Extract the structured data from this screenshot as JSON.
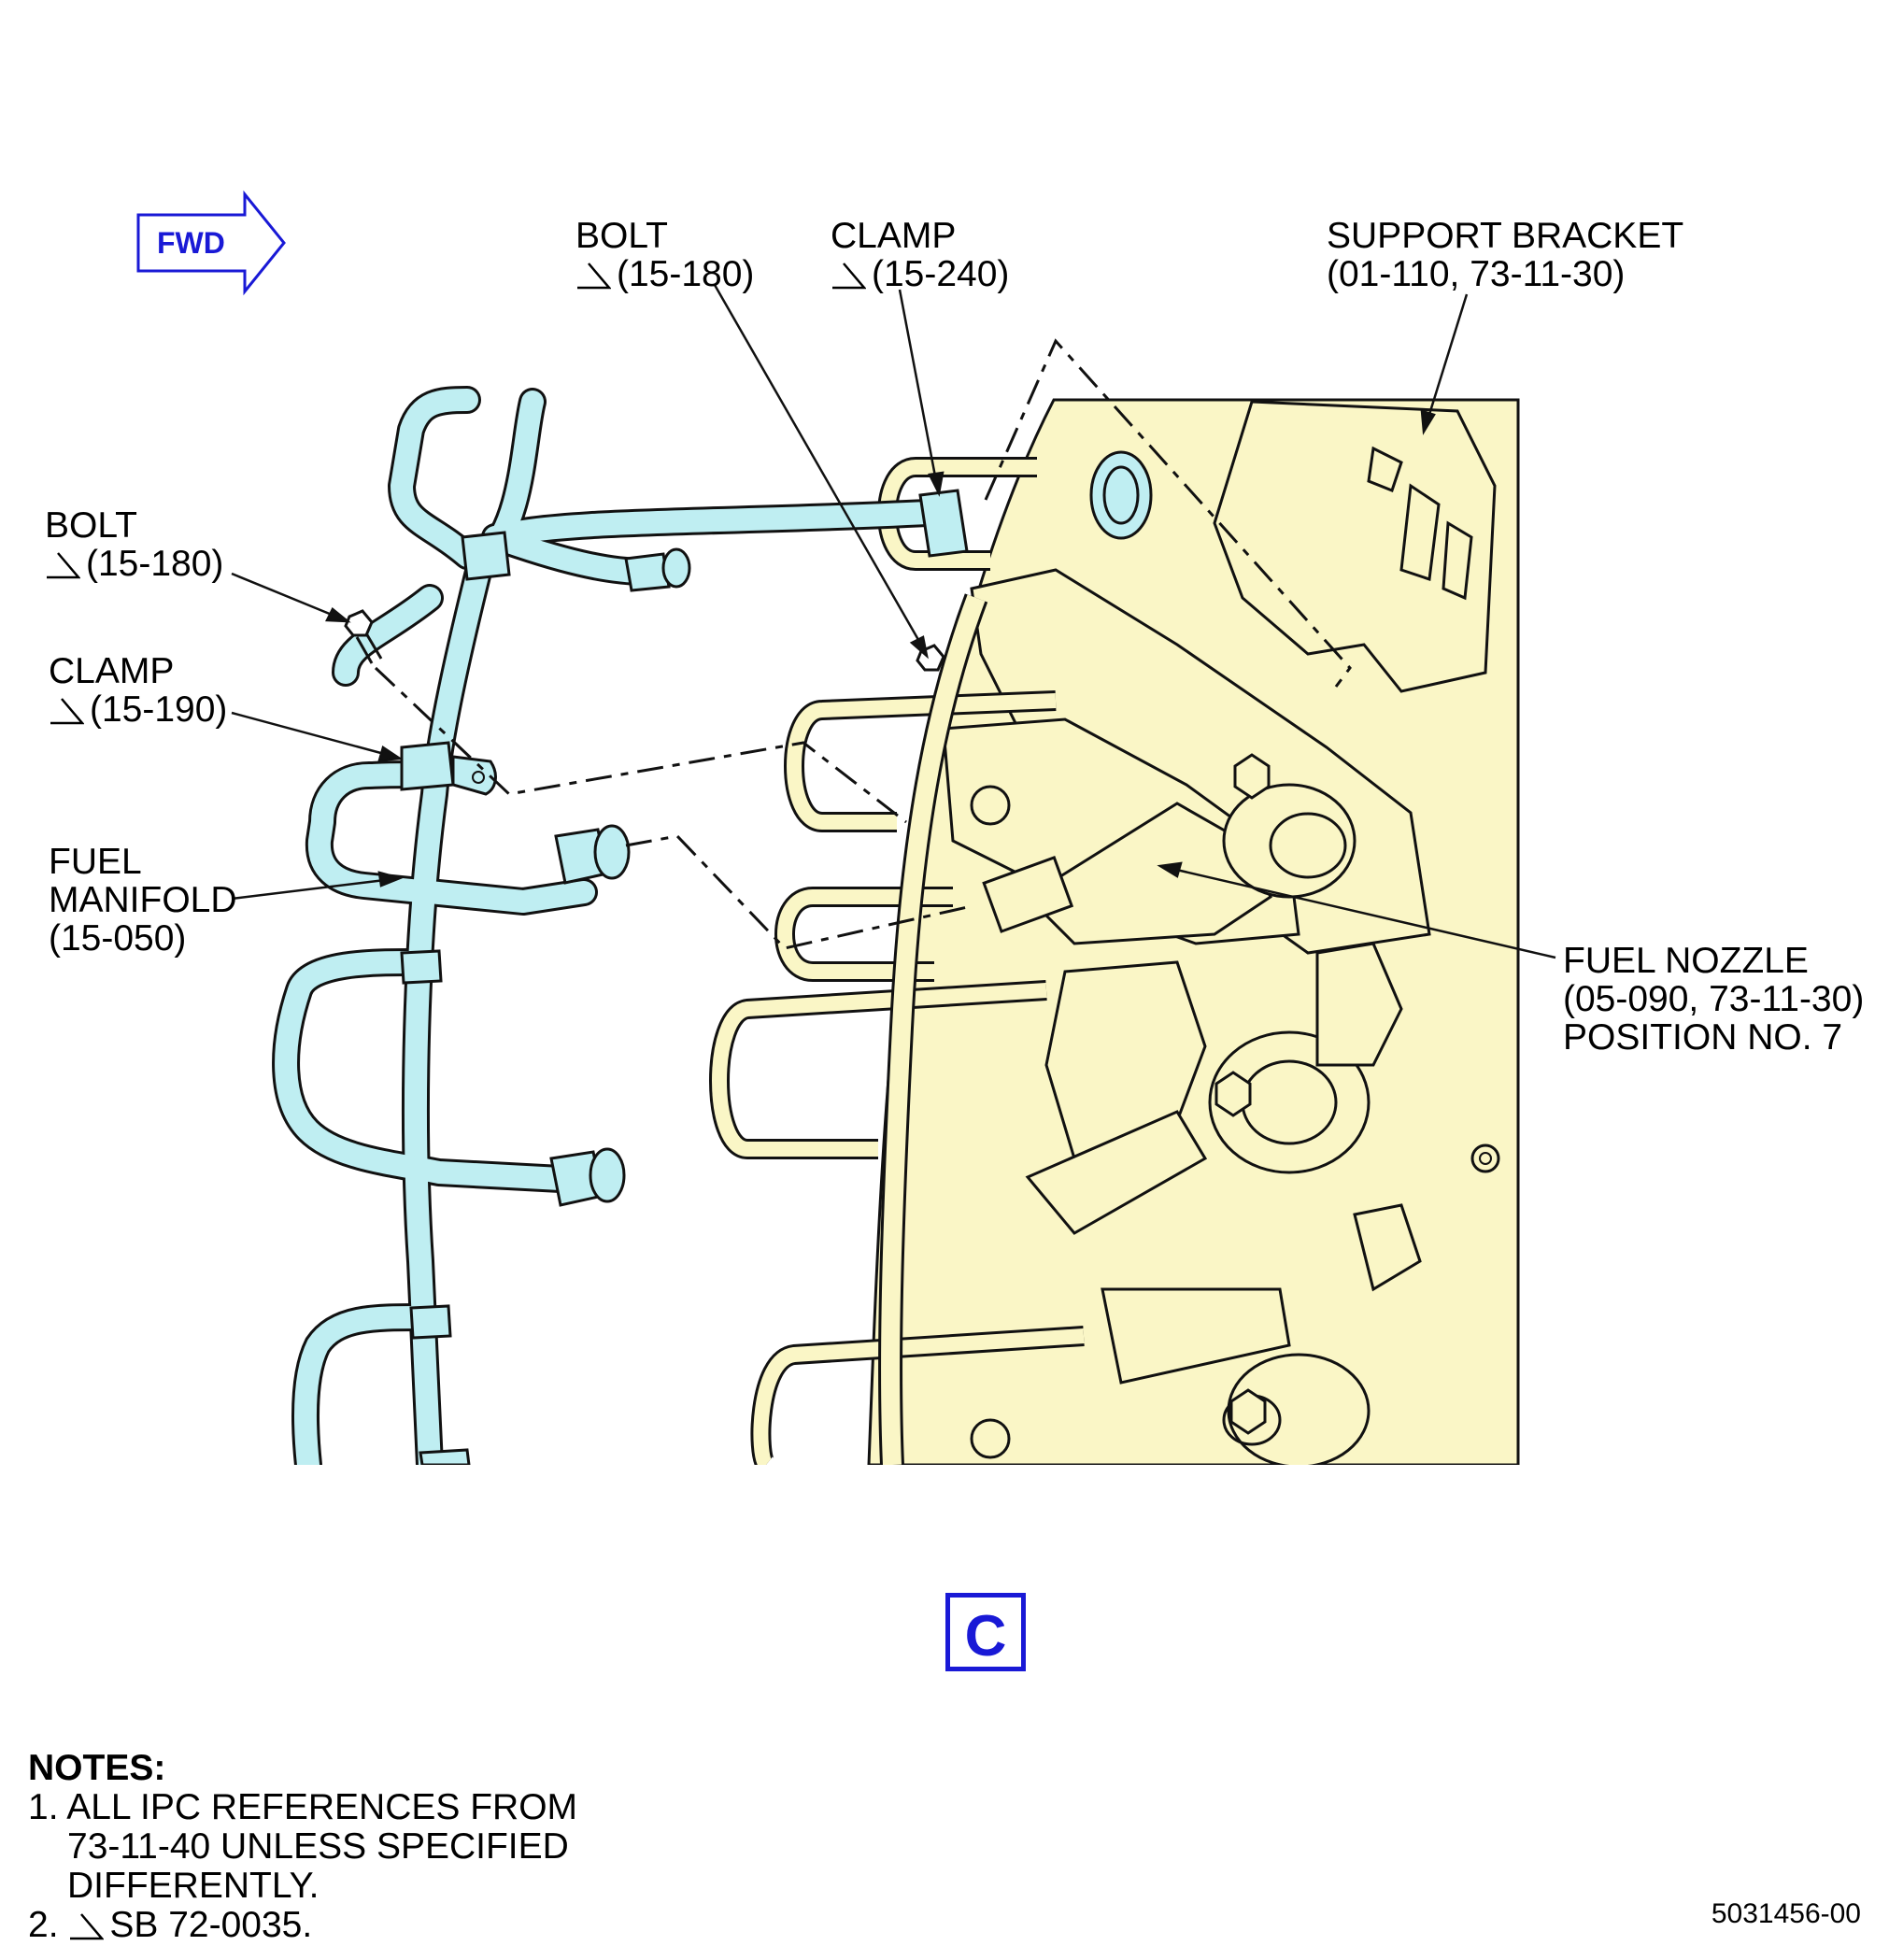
{
  "fwd": {
    "label": "FWD",
    "color": "#1919d6"
  },
  "view": {
    "label": "C",
    "color": "#1919d6"
  },
  "callouts": [
    {
      "id": "bolt-top",
      "lines": [
        "BOLT",
        "(15-180)"
      ],
      "marker": "sb-triangle"
    },
    {
      "id": "clamp-top",
      "lines": [
        "CLAMP",
        "(15-240)"
      ],
      "marker": "sb-triangle"
    },
    {
      "id": "support-bracket",
      "lines": [
        "SUPPORT BRACKET",
        "(01-110, 73-11-30)"
      ]
    },
    {
      "id": "bolt-left",
      "lines": [
        "BOLT",
        "(15-180)"
      ],
      "marker": "sb-triangle"
    },
    {
      "id": "clamp-left",
      "lines": [
        "CLAMP",
        "(15-190)"
      ],
      "marker": "sb-triangle"
    },
    {
      "id": "fuel-manifold",
      "lines": [
        "FUEL",
        "MANIFOLD",
        "(15-050)"
      ]
    },
    {
      "id": "fuel-nozzle",
      "lines": [
        "FUEL NOZZLE",
        "(05-090, 73-11-30)",
        "POSITION NO. 7"
      ]
    }
  ],
  "notes": {
    "heading": "NOTES:",
    "items": [
      {
        "num": "1.",
        "lines": [
          "ALL IPC REFERENCES FROM",
          "73-11-40 UNLESS SPECIFIED",
          "DIFFERENTLY."
        ]
      },
      {
        "num": "2.",
        "text": "SB 72-0035.",
        "marker": "sb-triangle"
      }
    ]
  },
  "doc_number": "5031456-00",
  "colors": {
    "manifold": "#bfeef2",
    "engine_case": "#faf6c6",
    "outline": "#111111"
  }
}
